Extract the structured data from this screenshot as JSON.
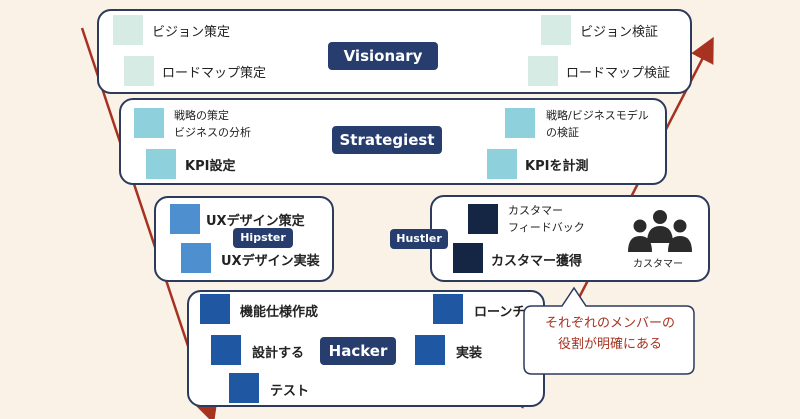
{
  "layers": {
    "visionary": {
      "tag": "Visionary",
      "items": [
        "ビジョン策定",
        "ロードマップ策定",
        "ビジョン検証",
        "ロードマップ検証"
      ]
    },
    "strategiest": {
      "tag": "Strategiest",
      "items": [
        "戦略の策定",
        "ビジネスの分析",
        "KPI設定",
        "戦略/ビジネスモデル",
        "の検証",
        "KPIを計測"
      ]
    },
    "hipster": {
      "tag": "Hipster",
      "items": [
        "UXデザイン策定",
        "UXデザイン実装"
      ]
    },
    "hustler": {
      "tag": "Hustler",
      "items": [
        "カスタマー",
        "フィードバック",
        "カスタマー獲得"
      ],
      "customer_label": "カスタマー"
    },
    "hacker": {
      "tag": "Hacker",
      "items": [
        "機能仕様作成",
        "設計する",
        "テスト",
        "ローンチ",
        "実装"
      ]
    }
  },
  "callout": {
    "line1": "それぞれのメンバーの",
    "line2": "役割が明確にある"
  },
  "colors": {
    "visionary_square": "#d6ebe3",
    "strategiest_square": "#8fd0dd",
    "hipster_square": "#4d8fcf",
    "hustler_square": "#152544",
    "hacker_square": "#1f57a3",
    "tag": "#263d6e",
    "arrow": "#a6321f",
    "border": "#2c3a5c"
  }
}
